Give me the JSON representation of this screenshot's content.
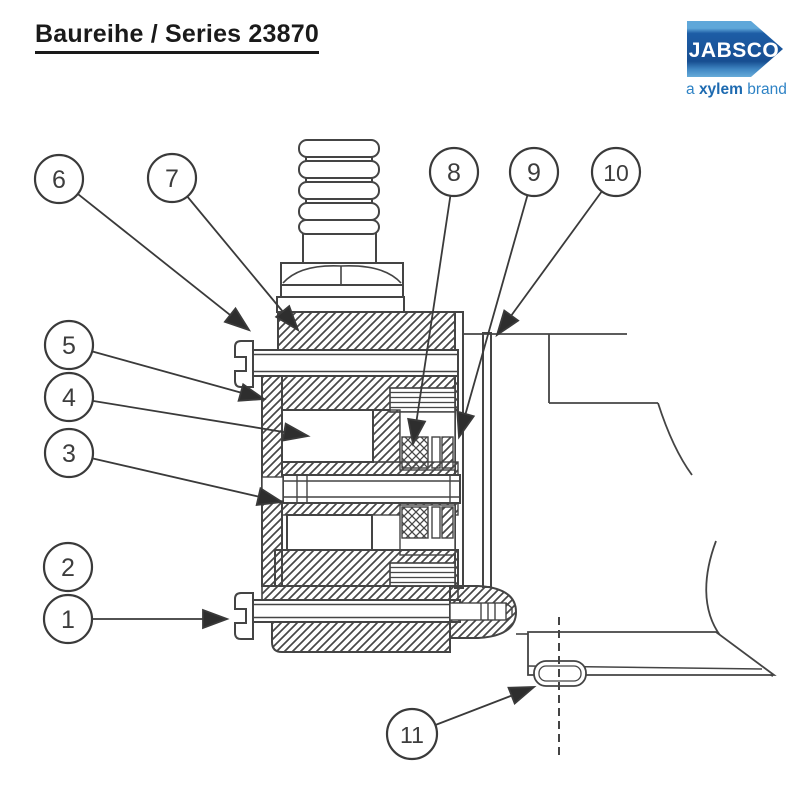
{
  "header": {
    "title": "Baureihe / Series 23870"
  },
  "logo": {
    "name": "JABSCO",
    "tagline_prefix": "a ",
    "tagline_brand": "xylem",
    "tagline_suffix": " brand",
    "flag_blue": "#1b5aa0",
    "tagline_blue": "#2f83c5",
    "tagline_brand_blue": "#1d6ab0"
  },
  "diagram": {
    "callouts": [
      {
        "label": "1"
      },
      {
        "label": "2"
      },
      {
        "label": "3"
      },
      {
        "label": "4"
      },
      {
        "label": "5"
      },
      {
        "label": "6"
      },
      {
        "label": "7"
      },
      {
        "label": "8"
      },
      {
        "label": "9"
      },
      {
        "label": "10"
      },
      {
        "label": "11"
      }
    ]
  }
}
